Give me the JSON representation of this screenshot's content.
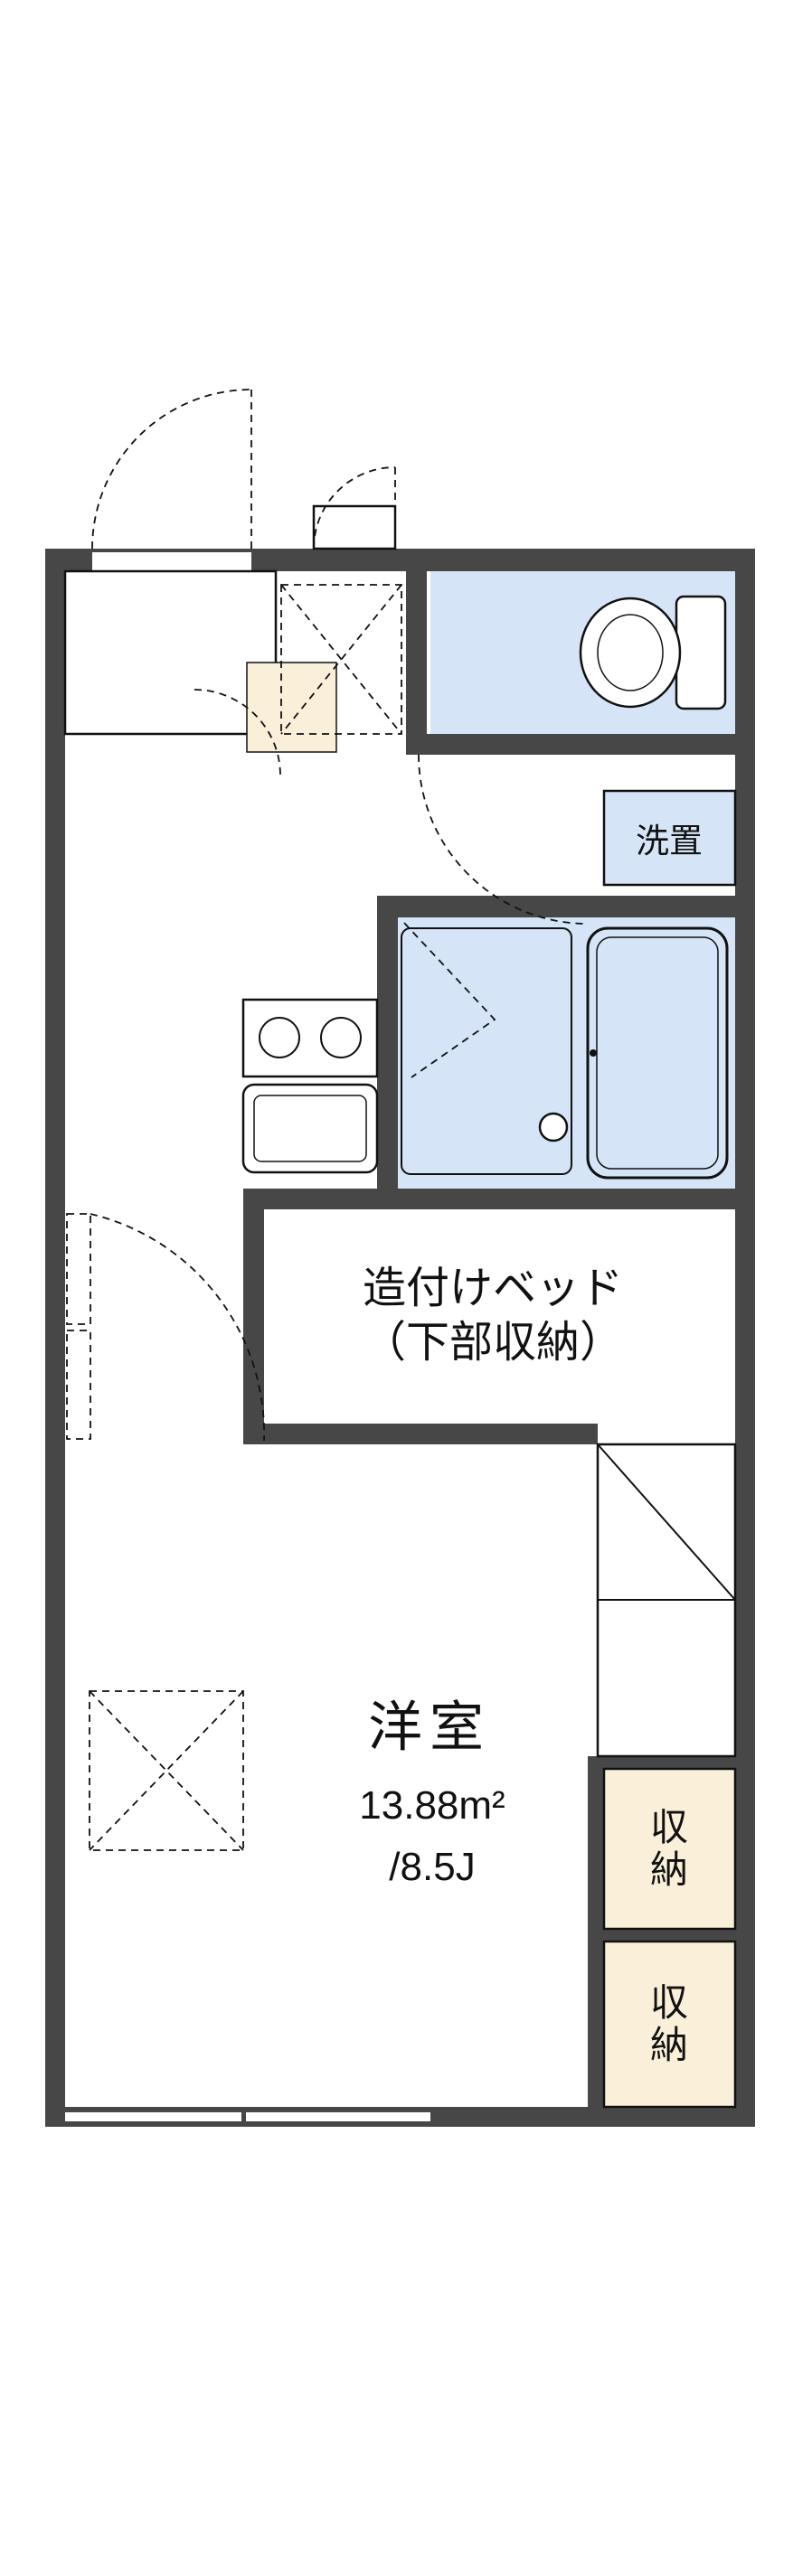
{
  "colors": {
    "wall": "#474747",
    "water": "#d5e4f6",
    "cream": "#faf0da",
    "line": "#111111"
  },
  "floorplan": {
    "labels": {
      "washer": "洗置",
      "bed_line1": "造付けベッド",
      "bed_line2": "（下部収納）",
      "room_name": "洋室",
      "room_area_m2": "13.88m²",
      "room_area_tatami": "/8.5J",
      "storage_upper": "収\n納",
      "storage_lower": "収\n納"
    },
    "fixtures": [
      "toilet-icon",
      "bathtub-icon",
      "stove-burners-icon",
      "kitchen-sink-icon",
      "washing-machine-space",
      "built-in-bed",
      "closet",
      "storage-box",
      "entrance-door-swing"
    ]
  }
}
